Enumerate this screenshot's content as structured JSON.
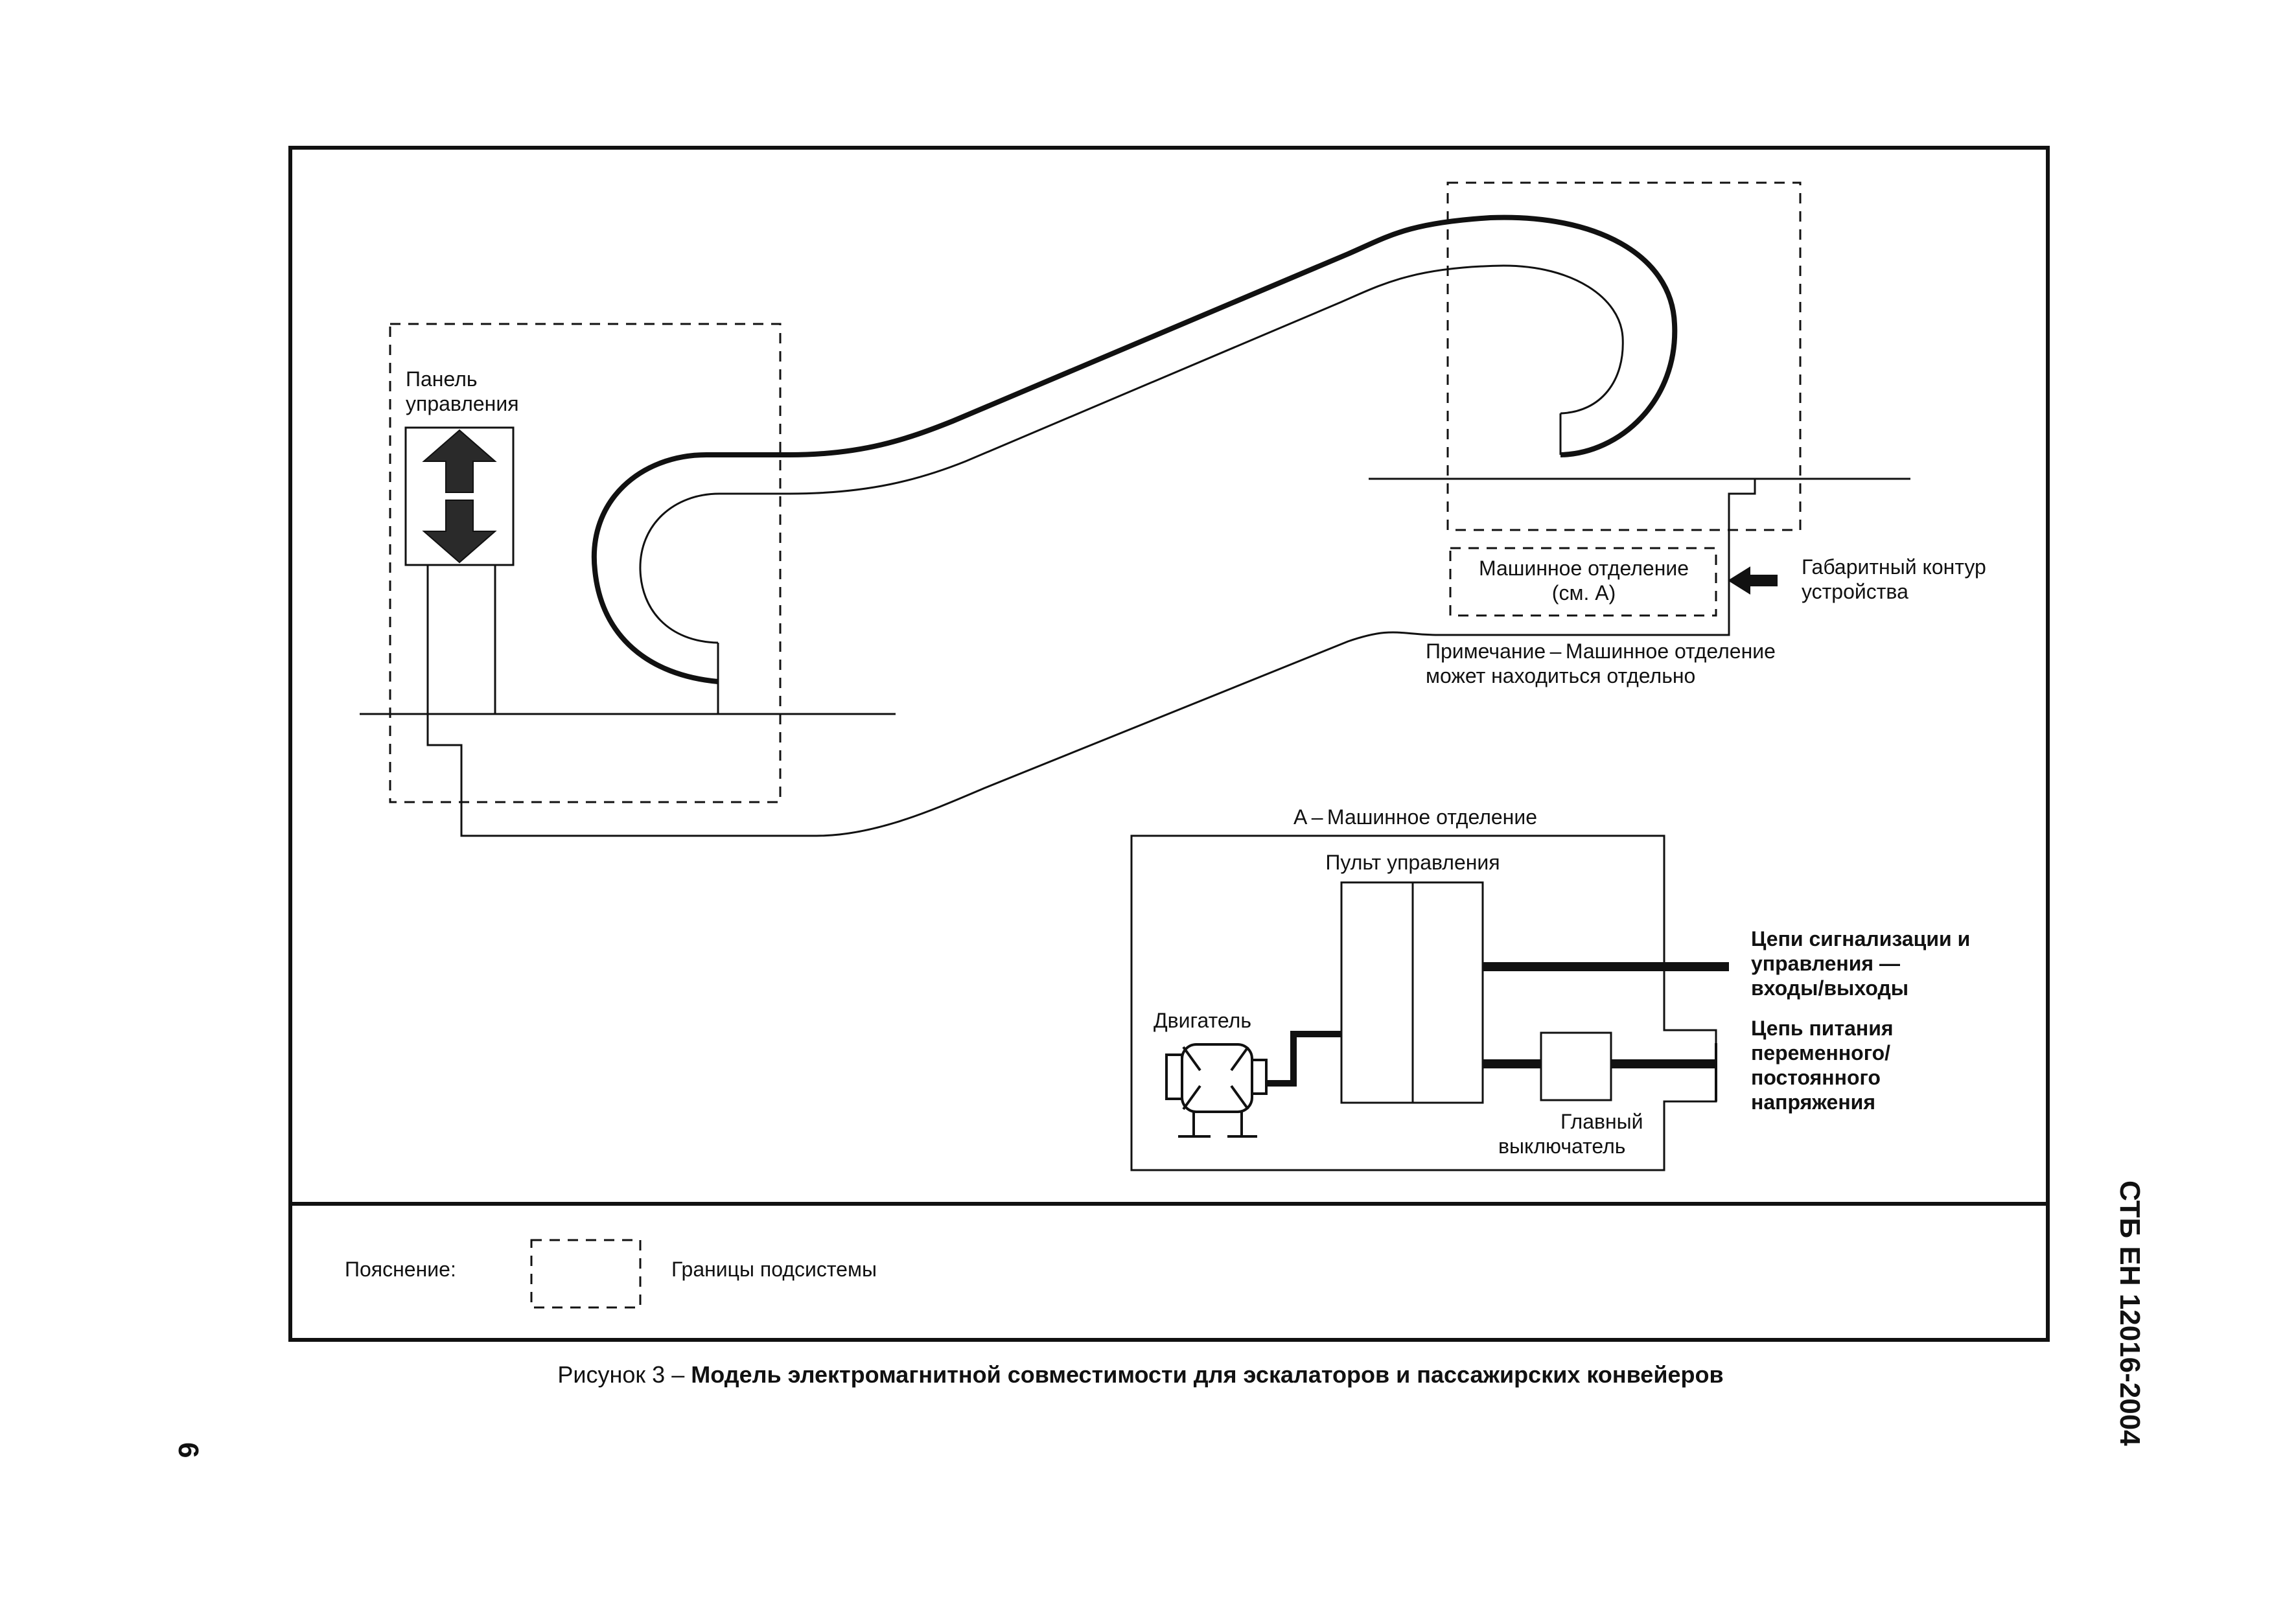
{
  "diagram": {
    "labels": {
      "control_panel_line1": "Панель",
      "control_panel_line2": "управления",
      "machine_room_line1": "Машинное отделение",
      "machine_room_line2": "(см. А)",
      "outline_line1": "Габаритный контур",
      "outline_line2": "устройства",
      "note_line1": "Примечание – Машинное отделение",
      "note_line2": "может находиться отдельно",
      "detail_title": "А – Машинное отделение",
      "control_console": "Пульт управления",
      "motor": "Двигатель",
      "signal_line1": "Цепи сигнализации и",
      "signal_line2": "управления —",
      "signal_line3": "входы/выходы",
      "power_line1": "Цепь питания",
      "power_line2": "переменного/",
      "power_line3": "постоянного",
      "power_line4": "напряжения",
      "switch_line1": "Главный",
      "switch_line2": "выключатель"
    },
    "legend": {
      "title": "Пояснение:",
      "item_label": "Границы подсистемы"
    }
  },
  "caption": {
    "prefix": "Рисунок 3 – ",
    "title": "Модель электромагнитной совместимости для эскалаторов и пассажирских конвейеров"
  },
  "document_code": "СТБ ЕН 12016-2004",
  "page_number": "6",
  "colors": {
    "ink": "#111111",
    "arrow_fill": "#2a2a2a",
    "background": "#ffffff"
  }
}
